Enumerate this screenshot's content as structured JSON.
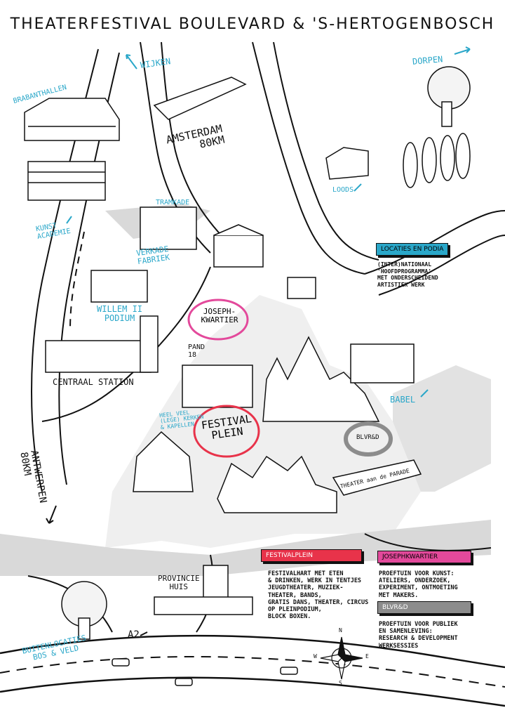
{
  "title": "THEATERFESTIVAL  BOULEVARD  &  'S-HERTOGENBOSCH",
  "colors": {
    "accent_blue": "#2aa7c9",
    "festivalplein_red": "#e8334a",
    "josephkwartier_pink": "#e3499b",
    "blvrd_gray": "#8c8c8c",
    "locaties_blue": "#2aa7c9",
    "road_gray": "#d9d9d9"
  },
  "places": {
    "wijken": "WIJKEN",
    "brabanthallen": "BRABANTHALLEN",
    "amsterdam": "AMSTERDAM\n80KM",
    "dorpen": "DORPEN",
    "loods": "LOODS",
    "kunst_academie": "KUNST\nACADEMIE",
    "tramkade": "TRAMKADE",
    "verkade_fabriek": "VERKADE\nFABRIEK",
    "willem_ii": "WILLEM II\nPODIUM",
    "centraal_station": "CENTRAAL STATION",
    "josephkwartier": "JOSEPH-\nKWARTIER",
    "pand18": "PAND\n18",
    "heel_veel": "HEEL VEEL\n(LEGE) KERKEN\n& KAPELLEN",
    "festivalplein": "FESTIVAL\nPLEIN",
    "blvrd": "BLVR&D",
    "babel": "BABEL",
    "theater_parade": "THEATER aan de PARADE",
    "antwerpen": "ANTWERPEN\n80KM",
    "provincie_huis": "PROVINCIE\nHUIS",
    "a2": "A2",
    "buitenlocaties": "BUITENLOCATIES\nBOS & VELD"
  },
  "compass": {
    "n": "N",
    "e": "E",
    "s": "S",
    "w": "W"
  },
  "legend": {
    "locaties": {
      "tag": "LOCATIES EN PODIA",
      "text": "(INTER)NATIONAAL\n'HOOFDPROGRAMMA'\nMET ONDERSCHEIDEND\nARTISTIEK WERK"
    },
    "festivalplein": {
      "tag": "FESTIVALPLEIN",
      "text": "FESTIVALHART MET ETEN\n& DRINKEN, WERK IN TENTJES\nJEUGDTHEATER, MUZIEK-\nTHEATER, BANDS,\nGRATIS DANS, THEATER, CIRCUS\nOP PLEINPODIUM,\nBLOCK BOXEN."
    },
    "josephkwartier": {
      "tag": "JOSEPHKWARTIER",
      "text": "PROEFTUIN VOOR KUNST:\nATELIERS, ONDERZOEK,\nEXPERIMENT, ONTMOETING\nMET MAKERS."
    },
    "blvrd": {
      "tag": "BLVR&D",
      "text": "PROEFTUIN VOOR PUBLIEK\nEN SAMENLEVING:\nRESEARCH & DEVELOPMENT\nWERKSESSIES"
    }
  }
}
